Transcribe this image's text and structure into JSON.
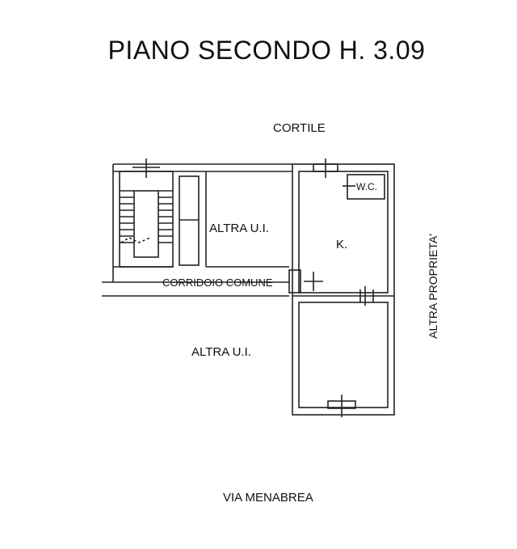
{
  "plan": {
    "title": "PIANO SECONDO H. 3.09",
    "labels": {
      "courtyard": "CORTILE",
      "wc": "W.C.",
      "kitchen": "K.",
      "other_unit_top": "ALTRA U.I.",
      "common_corridor": "CORRIDOIO COMUNE",
      "other_unit_bottom": "ALTRA U.I.",
      "other_property": "ALTRA PROPRIETA'",
      "street": "VIA MENABREA"
    }
  }
}
